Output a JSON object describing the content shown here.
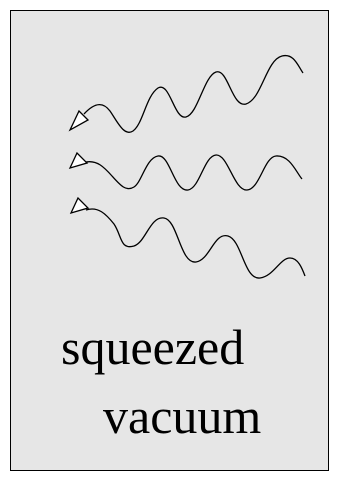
{
  "diagram": {
    "background_color": "#e6e6e6",
    "stroke_color": "#000000",
    "caption": {
      "line1": "squeezed",
      "line2": "vacuum"
    },
    "waves": [
      {
        "name": "wave-top",
        "direction": "left",
        "arrowhead": "open-triangle"
      },
      {
        "name": "wave-middle",
        "direction": "left",
        "arrowhead": "open-triangle"
      },
      {
        "name": "wave-bottom",
        "direction": "left",
        "arrowhead": "open-triangle"
      }
    ]
  }
}
